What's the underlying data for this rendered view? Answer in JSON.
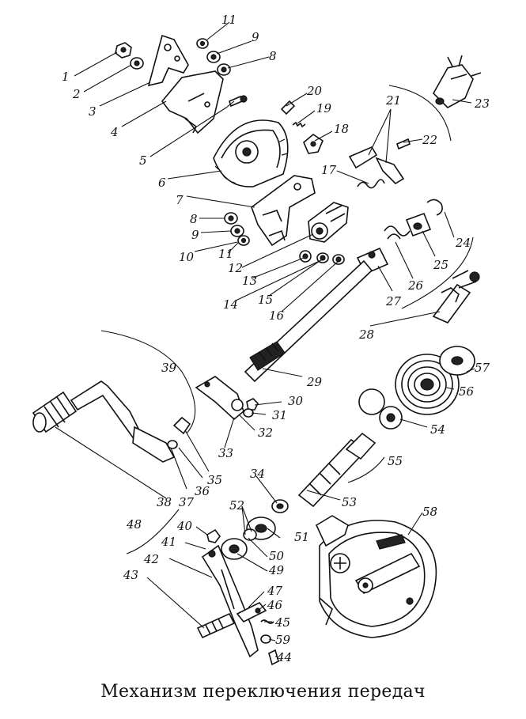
{
  "diagram": {
    "caption": "Механизм переключения передач",
    "callouts": [
      "1",
      "2",
      "3",
      "4",
      "5",
      "6",
      "7",
      "8",
      "9",
      "10",
      "11",
      "12",
      "13",
      "14",
      "15",
      "16",
      "17",
      "18",
      "19",
      "20",
      "21",
      "22",
      "23",
      "24",
      "25",
      "26",
      "27",
      "28",
      "29",
      "30",
      "31",
      "32",
      "33",
      "34",
      "35",
      "36",
      "37",
      "38",
      "39",
      "40",
      "41",
      "42",
      "43",
      "44",
      "45",
      "46",
      "47",
      "48",
      "49",
      "50",
      "51",
      "52",
      "53",
      "54",
      "55",
      "56",
      "57",
      "58",
      "59"
    ],
    "callouts_second": {
      "8b": "8",
      "9b": "9",
      "11b": "11"
    }
  }
}
